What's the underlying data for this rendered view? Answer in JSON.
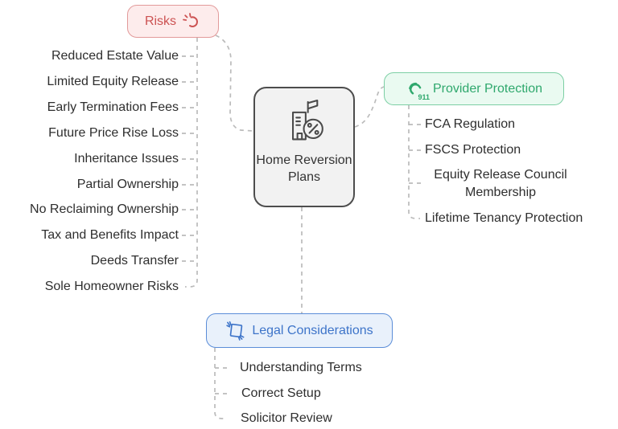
{
  "diagram": {
    "type": "mindmap",
    "center": {
      "title": "Home Reversion Plans",
      "icon": "building-percent-icon"
    },
    "branches": {
      "risks": {
        "label": "Risks",
        "icon": "accident-icon",
        "accent": "#cc5252",
        "bg": "#fdecec",
        "border": "#e29a9a",
        "items": [
          "Reduced Estate Value",
          "Limited Equity Release",
          "Early Termination Fees",
          "Future Price Rise Loss",
          "Inheritance Issues",
          "Partial Ownership",
          "No Reclaiming Ownership",
          "Tax and Benefits Impact",
          "Deeds Transfer",
          "Sole Homeowner Risks"
        ]
      },
      "provider_protection": {
        "label": "Provider Protection",
        "icon": "emergency-phone-icon",
        "badge": "911",
        "accent": "#2fa86d",
        "bg": "#eafaf1",
        "border": "#7ccfa4",
        "items": [
          "FCA Regulation",
          "FSCS Protection",
          "Equity Release Council Membership",
          "Lifetime Tenancy Protection"
        ]
      },
      "legal_considerations": {
        "label": "Legal Considerations",
        "icon": "contract-hands-icon",
        "accent": "#3d74c9",
        "bg": "#e9f1fb",
        "border": "#5b8dd8",
        "items": [
          "Understanding Terms",
          "Correct Setup",
          "Solicitor Review"
        ]
      }
    },
    "connector_color": "#bbbbbb"
  }
}
